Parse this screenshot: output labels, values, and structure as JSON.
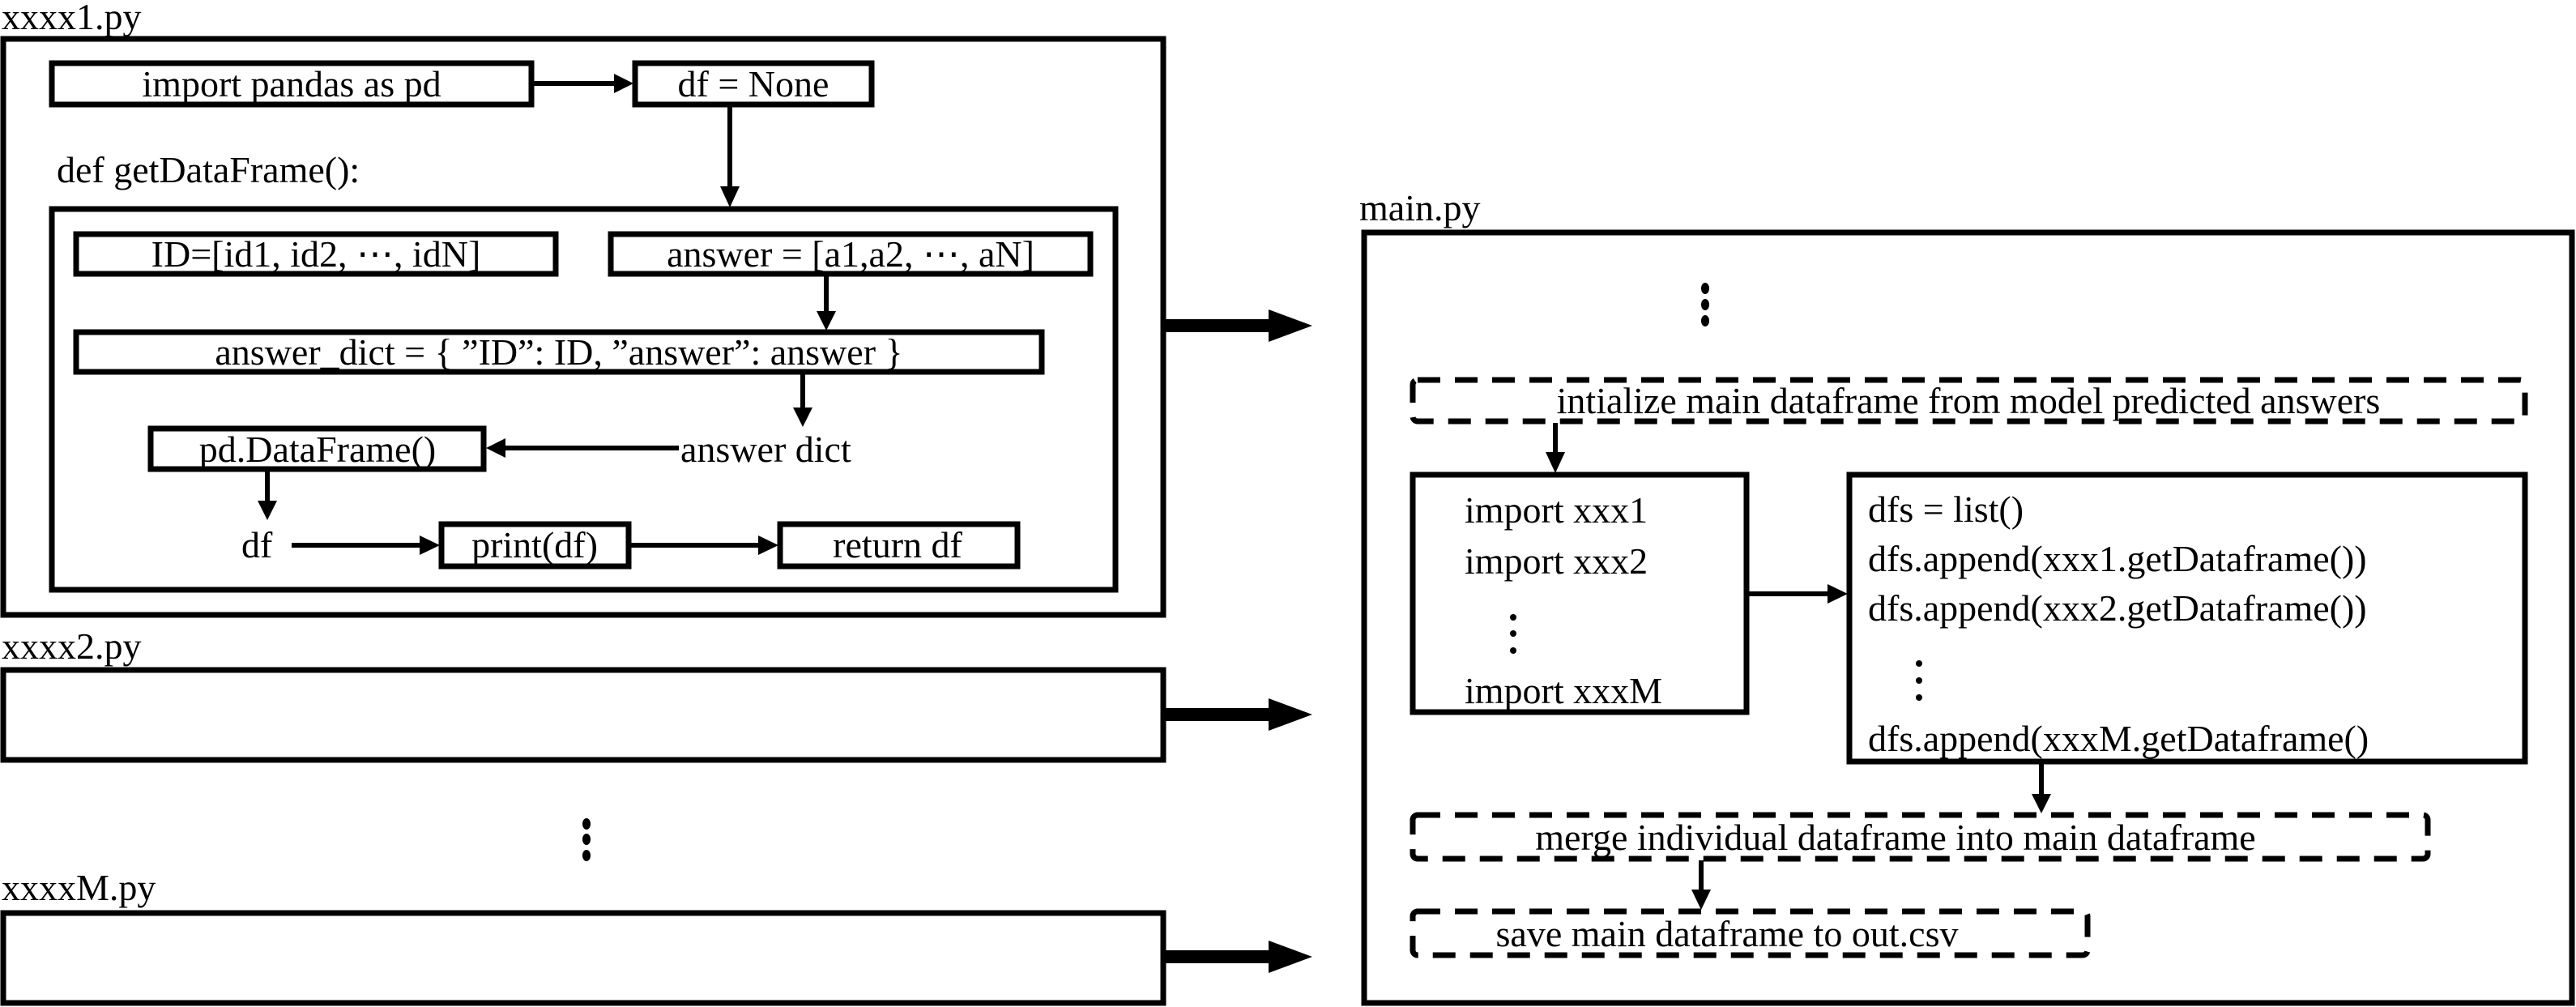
{
  "files": {
    "file1": {
      "name": "xxxx1.py",
      "import_stmt": "import pandas as pd",
      "df_init": "df = None",
      "func_def": "def getDataFrame():",
      "id_list": "ID=[id1, id2, ⋯, idN]",
      "answer_list": "answer = [a1,a2, ⋯, aN]",
      "answer_dict": "answer_dict = { ”ID”: ID, ”answer”: answer }",
      "pd_dataframe": "pd.DataFrame()",
      "answer_dict_ref": "answer dict",
      "df_ref": "df",
      "print_df": "print(df)",
      "return_df": "return df"
    },
    "file2": {
      "name": "xxxx2.py"
    },
    "fileM": {
      "name": "xxxxM.py"
    },
    "ellipsis": "⋮"
  },
  "main": {
    "name": "main.py",
    "ellipsis": "⋮",
    "init_step": "intialize main dataframe from model predicted answers",
    "imports": [
      "import xxx1",
      "import xxx2",
      "⋮",
      "import xxxM"
    ],
    "dfs_lines": [
      "dfs = list()",
      "dfs.append(xxx1.getDataframe())",
      "dfs.append(xxx2.getDataframe())",
      "⋮",
      "dfs.append(xxxM.getDataframe()"
    ],
    "merge_step": "merge individual dataframe into main dataframe",
    "save_step": "save main dataframe to out.csv"
  }
}
